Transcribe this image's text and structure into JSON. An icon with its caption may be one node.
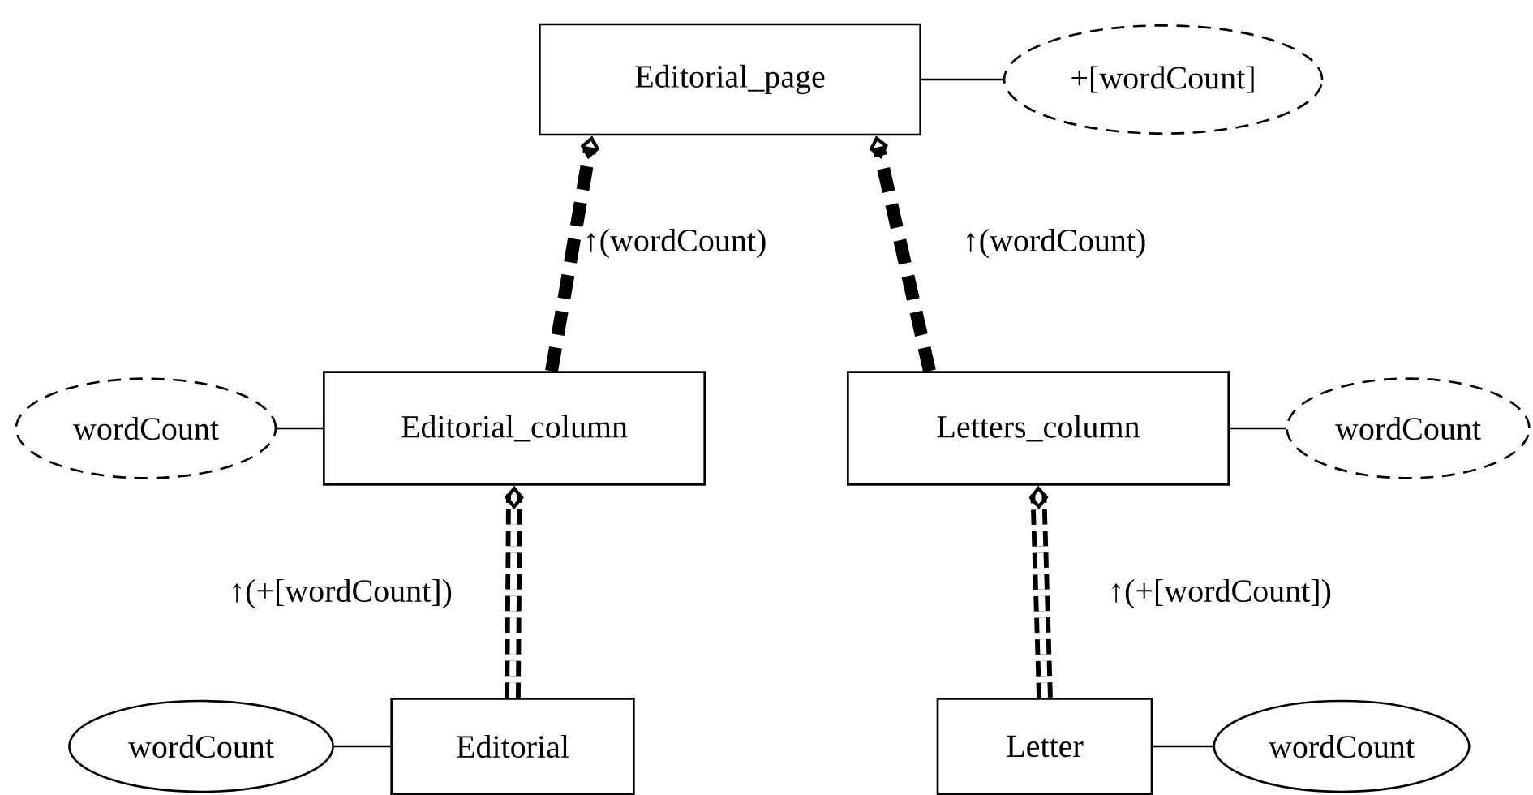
{
  "diagram": {
    "nodes": [
      {
        "text": [
          "Editorial_page"
        ]
      },
      {
        "text": [
          "+[wordCount]"
        ]
      },
      {
        "text": [
          "Editorial_column"
        ]
      },
      {
        "text": [
          "wordCount"
        ]
      },
      {
        "text": [
          "Letters_column"
        ]
      },
      {
        "text": [
          "wordCount"
        ]
      },
      {
        "text": [
          "Editorial"
        ]
      },
      {
        "text": [
          "wordCount"
        ]
      },
      {
        "text": [
          "Letter"
        ]
      },
      {
        "text": [
          "wordCount"
        ]
      }
    ],
    "edges": [
      {
        "from": 0,
        "to": 1,
        "arrow": "none"
      },
      {
        "from": 2,
        "to": 0,
        "arrow": "other",
        "style": "dashed",
        "label": "↑(wordCount)"
      },
      {
        "from": 4,
        "to": 0,
        "arrow": "other",
        "style": "dashed",
        "label": "↑(wordCount)"
      },
      {
        "from": 3,
        "to": 2,
        "arrow": "none"
      },
      {
        "from": 4,
        "to": 5,
        "arrow": "none"
      },
      {
        "from": 6,
        "to": 2,
        "arrow": "other",
        "style": "dashed",
        "label": "↑(+[wordCount])"
      },
      {
        "from": 8,
        "to": 4,
        "arrow": "other",
        "style": "dashed",
        "label": "↑(+[wordCount])"
      },
      {
        "from": 7,
        "to": 6,
        "arrow": "none"
      },
      {
        "from": 8,
        "to": 9,
        "arrow": "none"
      }
    ]
  }
}
